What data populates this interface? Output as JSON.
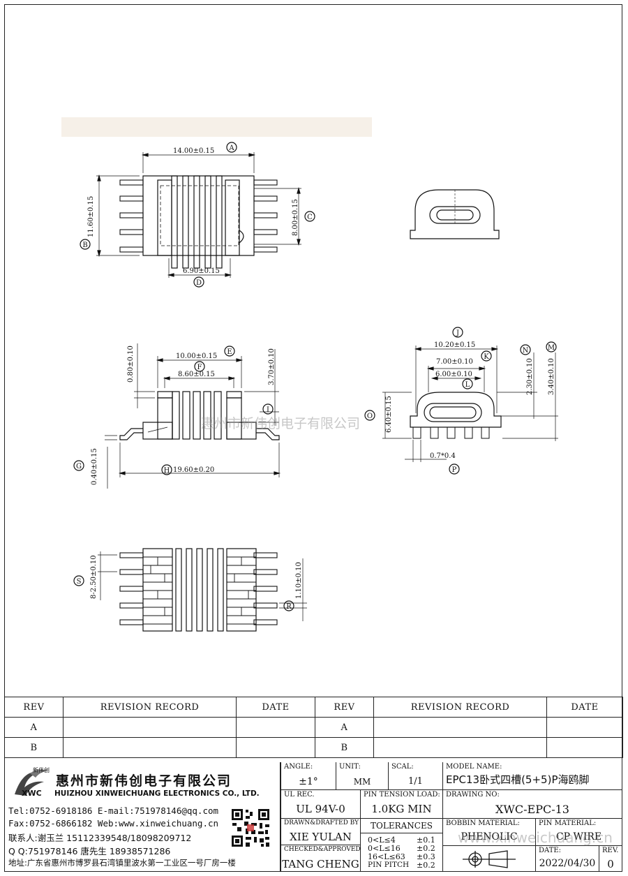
{
  "dimensions": {
    "A": {
      "letter": "A",
      "text": "14.00±0.15"
    },
    "B": {
      "letter": "B",
      "text": "11.60±0.15"
    },
    "C": {
      "letter": "C",
      "text": "8.00±0.15"
    },
    "D": {
      "letter": "D",
      "text": "6.90±0.15"
    },
    "E": {
      "letter": "E",
      "text": "10.00±0.15"
    },
    "F": {
      "letter": "F",
      "text": "8.60±0.15"
    },
    "G": {
      "letter": "G",
      "text": "0.40±0.15"
    },
    "H": {
      "letter": "H",
      "text": "19.60±0.20"
    },
    "I": {
      "letter": "I"
    },
    "J": {
      "letter": "J",
      "text": "10.20±0.15"
    },
    "K": {
      "letter": "K",
      "text": "7.00±0.10"
    },
    "L": {
      "letter": "L",
      "text": "6.00±0.10"
    },
    "M": {
      "letter": "M",
      "text": "3.40±0.10"
    },
    "N": {
      "letter": "N",
      "text": "2.30±0.10"
    },
    "O": {
      "letter": "O",
      "text": "6.40±0.15"
    },
    "P": {
      "letter": "P",
      "text": "0.7*0.4"
    },
    "R": {
      "letter": "R",
      "text": "1.10±0.10"
    },
    "S": {
      "letter": "S",
      "text": "8-2.50±0.10"
    },
    "extra": {
      "text080": "0.80±0.10",
      "text370": "3.70±0.10"
    }
  },
  "watermark_center": "惠州市新伟创电子有限公司",
  "watermark_corner": "www.xinweichuang.cn",
  "revision": {
    "headers": [
      "REV",
      "REVISION RECORD",
      "DATE",
      "REV",
      "REVISION RECORD",
      "DATE"
    ],
    "rows": [
      [
        "A",
        "",
        "",
        "A",
        "",
        ""
      ],
      [
        "B",
        "",
        "",
        "B",
        "",
        ""
      ]
    ]
  },
  "company": {
    "logo_text": "新伟创",
    "logo_abbr": "XWC",
    "name_cn": "惠州市新伟创电子有限公司",
    "name_en": "HUIZHOU XINWEICHUANG ELECTRONICS CO., LTD.",
    "line1": "Tel:0752-6918186 E-mail:751978146@qq.com",
    "line2": "Fax:0752-6866182 Web:www.xinweichuang.cn",
    "line3": "联系人:谢玉兰 15112339548/18098209712",
    "line4": "    Q Q:751978146    唐先生 18938571286",
    "line5": "地址:广东省惠州市博罗县石湾镇里波水第一工业区一号厂房一楼"
  },
  "titleblock": {
    "angle_label": "ANGLE:",
    "angle_value": "±1°",
    "unit_label": "UNIT:",
    "unit_value": "MM",
    "scale_label": "SCAL:",
    "scale_value": "1/1",
    "model_label": "MODEL NAME:",
    "model_value": "EPC13卧式四槽(5+5)P海鸥脚",
    "ul_label": "UL REC.",
    "ul_value": "UL 94V-0",
    "pin_tension_label": "PIN TENSION LOAD:",
    "pin_tension_value": "1.0KG MIN",
    "drawing_no_label": "DRAWING NO:",
    "drawing_no_value": "XWC-EPC-13",
    "drawn_label": "DRAWN&DRAFTED BY",
    "drawn_value": "XIE YULAN",
    "tolerances_label": "TOLERANCES",
    "tol1_range": "0<L≤4",
    "tol1_value": "±0.1",
    "tol2_range": "0<L≤16",
    "tol2_value": "±0.2",
    "tol3_range": "16<L≤63",
    "tol3_value": "±0.3",
    "tol4_range": "PIN PITCH",
    "tol4_value": "±0.2",
    "checked_label": "CHECKED&APPROVED BY",
    "checked_value": "TANG CHENG",
    "bobbin_label": "BOBBIN MATERIAL:",
    "bobbin_value": "PHENOLIC",
    "pin_mat_label": "PIN MATERIAL:",
    "pin_mat_value": "CP WIRE",
    "date_label": "DATE:",
    "date_value": "2022/04/30",
    "rev_label": "REV.",
    "rev_value": "0"
  }
}
